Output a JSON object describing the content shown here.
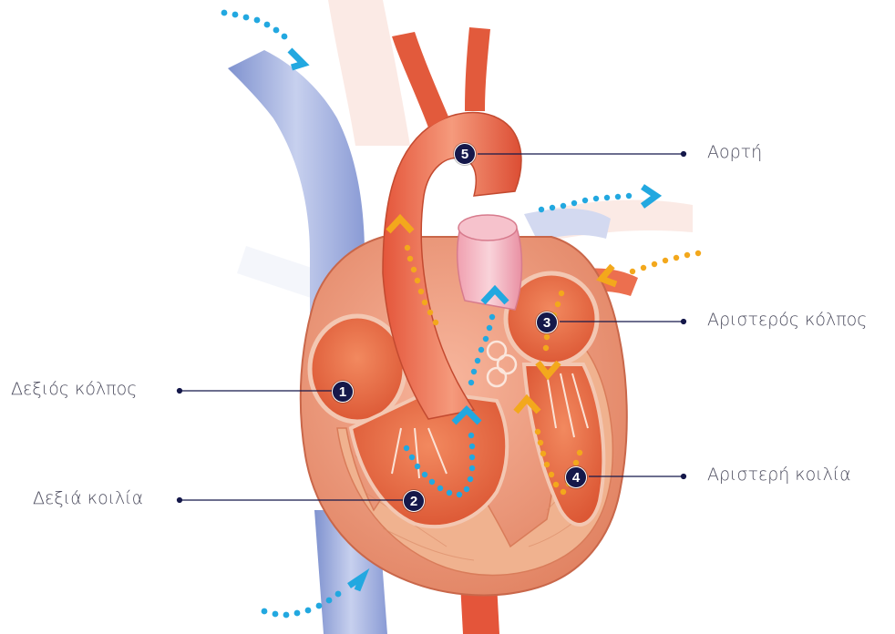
{
  "labels": {
    "right_atrium": "Δεξιός κόλπος",
    "right_ventricle": "Δεξιά κοιλία",
    "aorta": "Αορτή",
    "left_atrium": "Αριστερός κόλπος",
    "left_ventricle": "Αριστερή κοιλία"
  },
  "markers": {
    "right_atrium": "1",
    "right_ventricle": "2",
    "left_atrium": "3",
    "left_ventricle": "4",
    "aorta": "5"
  },
  "colors": {
    "deoxygenated_flow": "#22a8e0",
    "oxygenated_flow": "#f3a81c",
    "marker": "#15184a",
    "leader_line": "#15184a",
    "vein": "#8d9ed6",
    "muscle": "#e66a43"
  }
}
